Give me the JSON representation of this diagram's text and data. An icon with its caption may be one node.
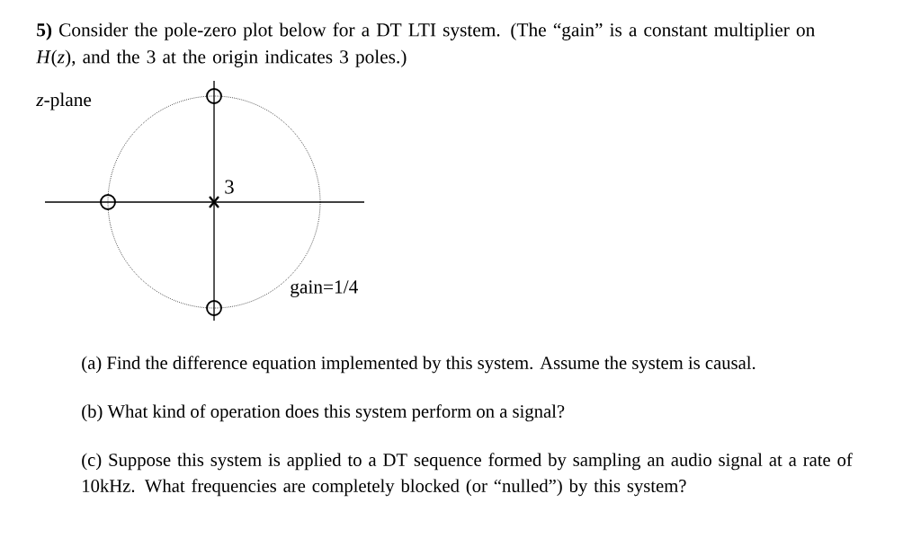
{
  "diagram": {
    "title": "**5)** Consider the pole-zero plot below for a DT LTI system. (The “gain” is a constant multiplier on *H*(*z*), and the 3 at the origin indicates 3 poles.)",
    "labels": [
      "*z*-plane",
      "3",
      "gain=1/4",
      "(a) Find the difference equation implemented by this system.  Assume the system is causal.",
      "(b) What kind of operation does this system perform on a signal?",
      "(c) Suppose this system is applied to a DT sequence formed by sampling an audio signal at a rate of 10kHz.  What frequencies are completely blocked (or “nulled”) by this system?"
    ]
  }
}
